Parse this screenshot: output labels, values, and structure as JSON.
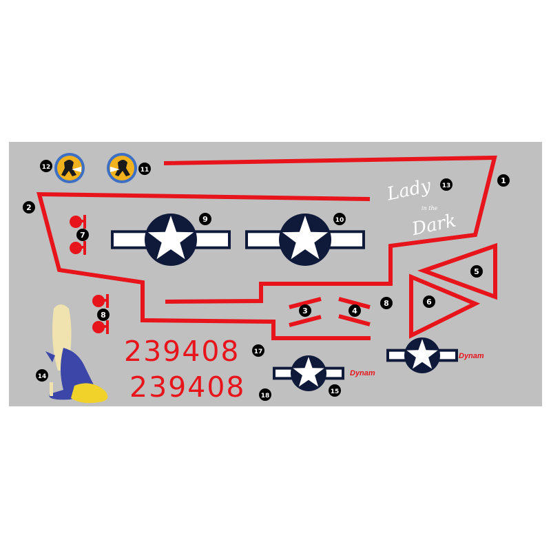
{
  "sheet": {
    "colors": {
      "background": "#c0c0c0",
      "red": "#e8141c",
      "navy": "#0f1a3a",
      "white": "#ffffff",
      "badge_yellow": "#f2b21e",
      "badge_blue": "#3d6fc4"
    },
    "nose_art_text": {
      "line1": "Lady",
      "line2": "in the",
      "line3": "Dark"
    },
    "serial_top": "239408",
    "serial_bottom": "239408",
    "logo_text": "Dynam",
    "markers": [
      {
        "label": "1"
      },
      {
        "label": "2"
      },
      {
        "label": "3"
      },
      {
        "label": "4"
      },
      {
        "label": "5"
      },
      {
        "label": "6"
      },
      {
        "label": "7"
      },
      {
        "label": "8"
      },
      {
        "label": "8"
      },
      {
        "label": "9"
      },
      {
        "label": "10"
      },
      {
        "label": "11"
      },
      {
        "label": "12"
      },
      {
        "label": "13"
      },
      {
        "label": "14"
      },
      {
        "label": "15"
      },
      {
        "label": "17"
      },
      {
        "label": "18"
      }
    ]
  }
}
